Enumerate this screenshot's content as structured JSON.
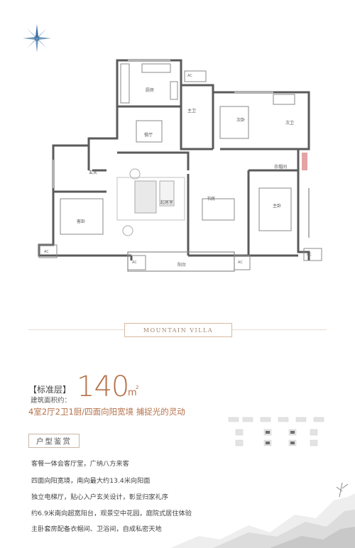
{
  "brand_banner": "MOUNTAIN  VILLA",
  "floor_plan": {
    "rooms": {
      "kitchen": "厨房",
      "dining": "餐厅",
      "master_bath": "主卫",
      "second_bedroom": "次卧",
      "second_bath": "次卫",
      "foyer": "玄关",
      "living_room": "起居室",
      "guest_bedroom": "客卧",
      "study": "书房",
      "master_bedroom": "主卧",
      "walk_in_closet": "衣帽间",
      "balcony": "阳台"
    },
    "ac_labels": [
      "AC",
      "AC",
      "AC",
      "AC",
      "AC"
    ]
  },
  "unit": {
    "standard_floor": "【标准层】",
    "area_label": "建筑面积约：",
    "area_value": "140",
    "area_unit": "m",
    "area_sup": "2",
    "tagline": "4室2厅2卫1厨/四面向阳宽境 捕捉光的灵动"
  },
  "appraisal_title": "户型鉴赏",
  "features": [
    "客餐一体会客厅堂，广纳八方来客",
    "四面向阳宽境，南向最大约13.4米向阳面",
    "独立电梯厅，贴心入户玄关设计，彰显归家礼序",
    "约6.9米南向超宽阳台，观景空中花园，庭院式居住体验",
    "主卧套房配备衣帽间、卫浴间，自成私密天地"
  ],
  "colors": {
    "accent": "#b5714a",
    "wall": "#5a5a5a",
    "compass": "#3b6fa0"
  }
}
